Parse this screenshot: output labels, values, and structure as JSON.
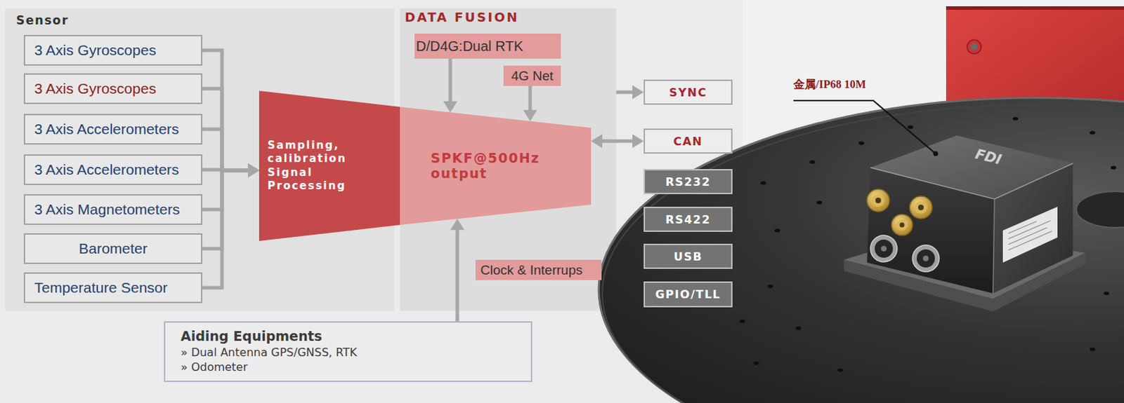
{
  "diagram": {
    "nodes": [
      {
        "text": [
          "Sensor"
        ]
      },
      {
        "text": [
          "3 Axis Gyroscopes"
        ],
        "in": 0
      },
      {
        "text": [
          "3 Axis Gyroscopes"
        ],
        "in": 0
      },
      {
        "text": [
          "3 Axis Accelerometers"
        ],
        "in": 0
      },
      {
        "text": [
          "3 Axis Accelerometers"
        ],
        "in": 0
      },
      {
        "text": [
          "3 Axis Magnetometers"
        ],
        "in": 0
      },
      {
        "text": [
          "Barometer"
        ],
        "in": 0
      },
      {
        "text": [
          "Temperature Sensor"
        ],
        "in": 0
      },
      {
        "text": [
          "Sampling, calibration Signal Processing"
        ]
      },
      {
        "text": [
          "DATA FUSION"
        ]
      },
      {
        "text": [
          "D/D4G:Dual RTK"
        ],
        "in": 9
      },
      {
        "text": [
          "4G Net"
        ],
        "in": 9
      },
      {
        "text": [
          "SPKF@500Hz output"
        ],
        "in": 9
      },
      {
        "text": [
          "Clock & Interrups"
        ],
        "in": 9
      },
      {
        "text": [
          "SYNC"
        ]
      },
      {
        "text": [
          "CAN"
        ]
      },
      {
        "text": [
          "RS232"
        ]
      },
      {
        "text": [
          "RS422"
        ]
      },
      {
        "text": [
          "USB"
        ]
      },
      {
        "text": [
          "GPIO/TLL"
        ]
      },
      {
        "text": [
          "Aiding Equipments",
          "» Dual Antenna GPS/GNSS, RTK",
          "» Odometer"
        ]
      }
    ],
    "edges": [
      {
        "from": 1,
        "to": 8,
        "arrow": "to"
      },
      {
        "from": 2,
        "to": 8,
        "arrow": "to"
      },
      {
        "from": 3,
        "to": 8,
        "arrow": "to"
      },
      {
        "from": 4,
        "to": 8,
        "arrow": "to"
      },
      {
        "from": 5,
        "to": 8,
        "arrow": "to"
      },
      {
        "from": 6,
        "to": 8,
        "arrow": "to"
      },
      {
        "from": 7,
        "to": 8,
        "arrow": "to"
      },
      {
        "from": 10,
        "to": 12,
        "arrow": "to"
      },
      {
        "from": 11,
        "to": 12,
        "arrow": "to"
      },
      {
        "from": 20,
        "to": 12,
        "arrow": "to"
      },
      {
        "from": 9,
        "to": 14,
        "arrow": "to"
      },
      {
        "from": 12,
        "to": 15,
        "arrow": "both"
      }
    ],
    "labels": [
      "金属/IP68 10M",
      "FDI"
    ]
  }
}
